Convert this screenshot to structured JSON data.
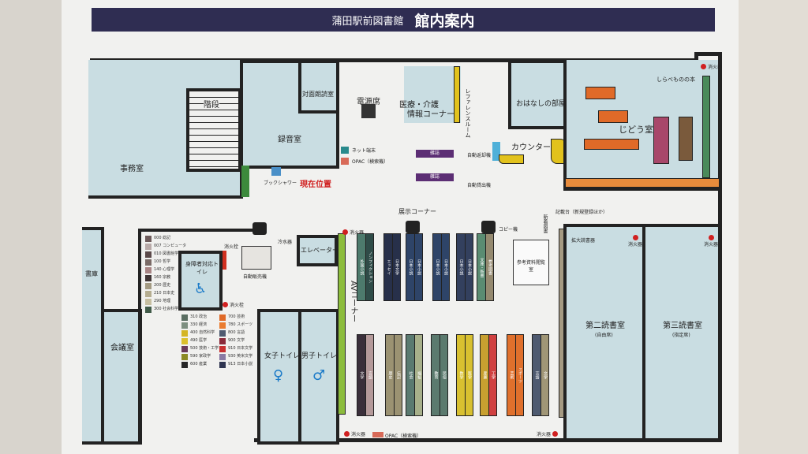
{
  "header": {
    "library": "蒲田駅前図書館",
    "title": "館内案内"
  },
  "rooms": {
    "office": "事務室",
    "stairs": "階段",
    "recording": "録音室",
    "reading_face": "対面朗読室",
    "power_seats": "電源席",
    "medical": "医療・介護",
    "medical2": "情報コーナー",
    "reference_room": "レファレンスルーム",
    "story_room": "おはなしの部屋",
    "kids": "じどう室",
    "counter": "カウンター",
    "storage": "書庫",
    "meeting": "会議室",
    "accessible_toilet": "身障者対応トイレ",
    "vending": "自動販売機",
    "water": "冷水器",
    "elevator": "エレベーター",
    "women": "女子トイレ",
    "men": "男子トイレ",
    "av": "AVコーナー",
    "exhibit": "展示コーナー",
    "ref_reading": "参考資料閲覧室",
    "reading2": "第二読書室",
    "reading2_sub": "(自由席)",
    "reading3": "第三読書室",
    "reading3_sub": "(指定席)",
    "new_books": "新着図書",
    "large_print": "拡大読書器",
    "compare_books": "しらべものの本",
    "copy": "コピー機",
    "net": "ネット端末",
    "opac": "OPAC（検索機）",
    "book_shower": "ブックシャワー",
    "current": "現在位置",
    "auto_return": "自動返却機",
    "auto_lend": "自動貸出機",
    "magazine": "雑誌",
    "extinguisher": "消火器",
    "hydrant": "消火栓",
    "writing": "記載台（新規登録ほか）"
  },
  "legend": [
    {
      "c": "#6d5a5a",
      "t": "000 総記"
    },
    {
      "c": "#b9aaa8",
      "t": "007 コンピュータ"
    },
    {
      "c": "#5c4a4a",
      "t": "010 図書館学"
    },
    {
      "c": "#7a6a66",
      "t": "100 哲学"
    },
    {
      "c": "#a88484",
      "t": "140 心理学"
    },
    {
      "c": "#3f3434",
      "t": "160 宗教"
    },
    {
      "c": "#a39a82",
      "t": "200 歴史"
    },
    {
      "c": "#b5ad90",
      "t": "210 日本史"
    },
    {
      "c": "#c7bfa1",
      "t": "290 地理"
    },
    {
      "c": "#405a48",
      "t": "300 社会科学"
    },
    {
      "c": "#5a6e62",
      "t": "310 政治"
    },
    {
      "c": "#7d8f80",
      "t": "330 経済"
    },
    {
      "c": "#d4b524",
      "t": "400 自然科学"
    },
    {
      "c": "#dcc02c",
      "t": "490 医学"
    },
    {
      "c": "#6a3b5a",
      "t": "500 技術・工学"
    },
    {
      "c": "#8c8a24",
      "t": "590 家政学"
    },
    {
      "c": "#272727",
      "t": "600 産業"
    },
    {
      "c": "#e06a28",
      "t": "700 芸術"
    },
    {
      "c": "#ea7c30",
      "t": "780 スポーツ"
    },
    {
      "c": "#4e5a70",
      "t": "800 言語"
    },
    {
      "c": "#8a2a3a",
      "t": "900 文学"
    },
    {
      "c": "#c83030",
      "t": "910 日本文学"
    },
    {
      "c": "#8a7aa4",
      "t": "930 英米文学"
    },
    {
      "c": "#2e3450",
      "t": "913 日本小説"
    }
  ],
  "shelves": [
    {
      "labels": [
        "外国小説",
        "ノンフィクション"
      ],
      "colors": [
        "#4d7a6c",
        "#2f4c48"
      ]
    },
    {
      "labels": [
        "エッセイ",
        "日本文学"
      ],
      "colors": [
        "#27304a",
        "#27304a"
      ]
    },
    {
      "labels": [
        "日本小説",
        "日本小説"
      ],
      "colors": [
        "#2e4468",
        "#2e4468"
      ]
    },
    {
      "labels": [
        "日本小説",
        "日本小説"
      ],
      "colors": [
        "#2e4468",
        "#2e4468"
      ]
    },
    {
      "labels": [
        "日本小説",
        "日本小説"
      ],
      "colors": [
        "#33405e",
        "#33405e"
      ]
    },
    {
      "labels": [
        "文庫・新書",
        "参考図書"
      ],
      "colors": [
        "#5a8c72",
        "#958a70"
      ]
    },
    {
      "labels": [
        "文学",
        "言語"
      ],
      "colors": [
        "#3a2f3a",
        "#b59a9a"
      ]
    },
    {
      "labels": [
        "歴史",
        "伝記"
      ],
      "colors": [
        "#9b9272",
        "#9b9272"
      ]
    },
    {
      "labels": [
        "社会",
        "福祉"
      ],
      "colors": [
        "#5a7a70",
        "#a7b08a"
      ]
    },
    {
      "labels": [
        "教育",
        "民俗"
      ],
      "colors": [
        "#5b7a6e",
        "#5b7a6e"
      ]
    },
    {
      "labels": [
        "数学",
        "医学"
      ],
      "colors": [
        "#d8c030",
        "#d8c030"
      ]
    },
    {
      "labels": [
        "産業",
        "工学"
      ],
      "colors": [
        "#c8a030",
        "#d04040"
      ]
    },
    {
      "labels": [
        "芸術",
        "スポーツ"
      ],
      "colors": [
        "#e0702c",
        "#e0702c"
      ]
    },
    {
      "labels": [
        "言語",
        "文学"
      ],
      "colors": [
        "#4e5a70",
        "#a09676"
      ]
    }
  ],
  "colors": {
    "title": "#2f2d52",
    "room": "#c9dde2",
    "wall": "#222222",
    "counter": "#e2c21c",
    "magazine": "#5c2e74",
    "av": "#8cbc3c",
    "current": "#d02020"
  }
}
